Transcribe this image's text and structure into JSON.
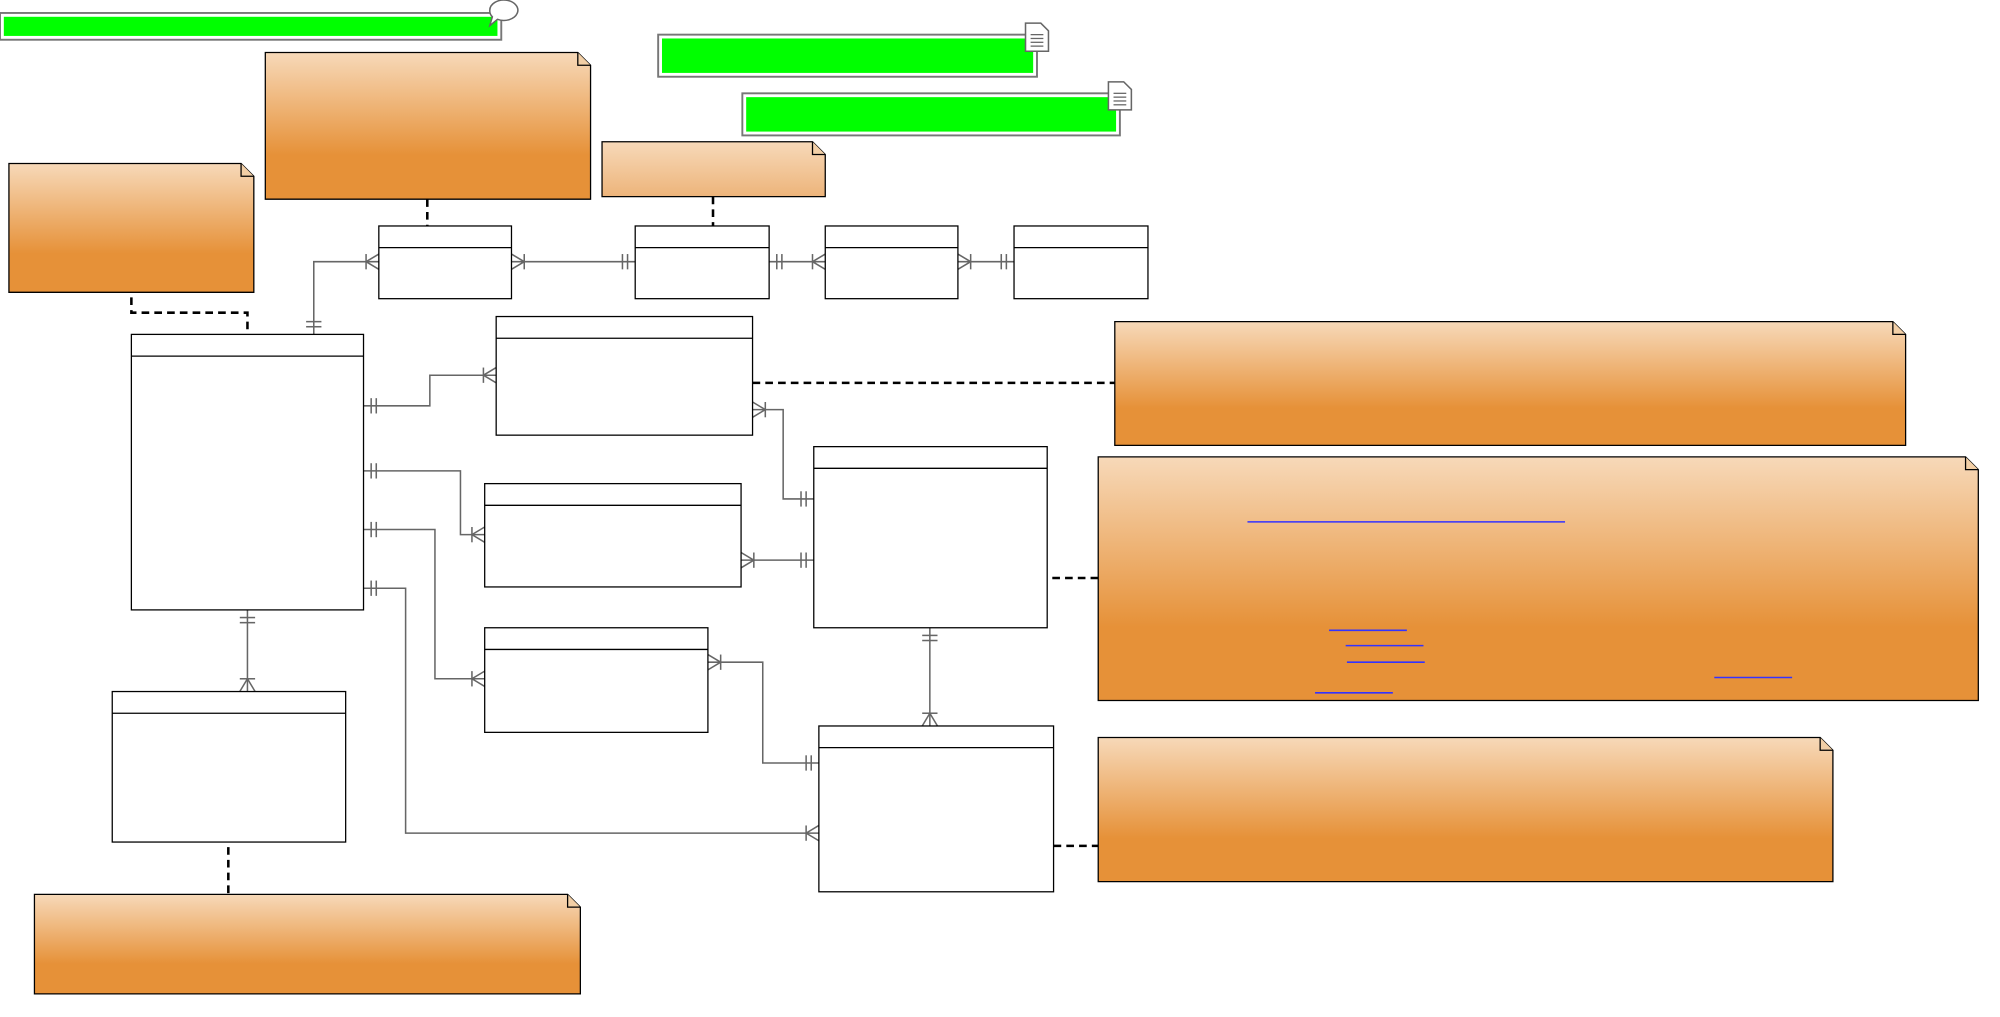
{
  "diagram": {
    "type": "entity-relationship",
    "colors": {
      "note_top": "#f7d9b9",
      "note_bottom": "#e69138",
      "banner_fill": "#00ff00",
      "banner_border": "#777777",
      "connector": "#666666",
      "dashed": "#000000",
      "link": "#3333ff"
    },
    "icons": [
      "speech-bubble-icon",
      "document-icon",
      "document-icon"
    ],
    "entity_count": 11,
    "note_count": 7,
    "banner_count": 3
  }
}
